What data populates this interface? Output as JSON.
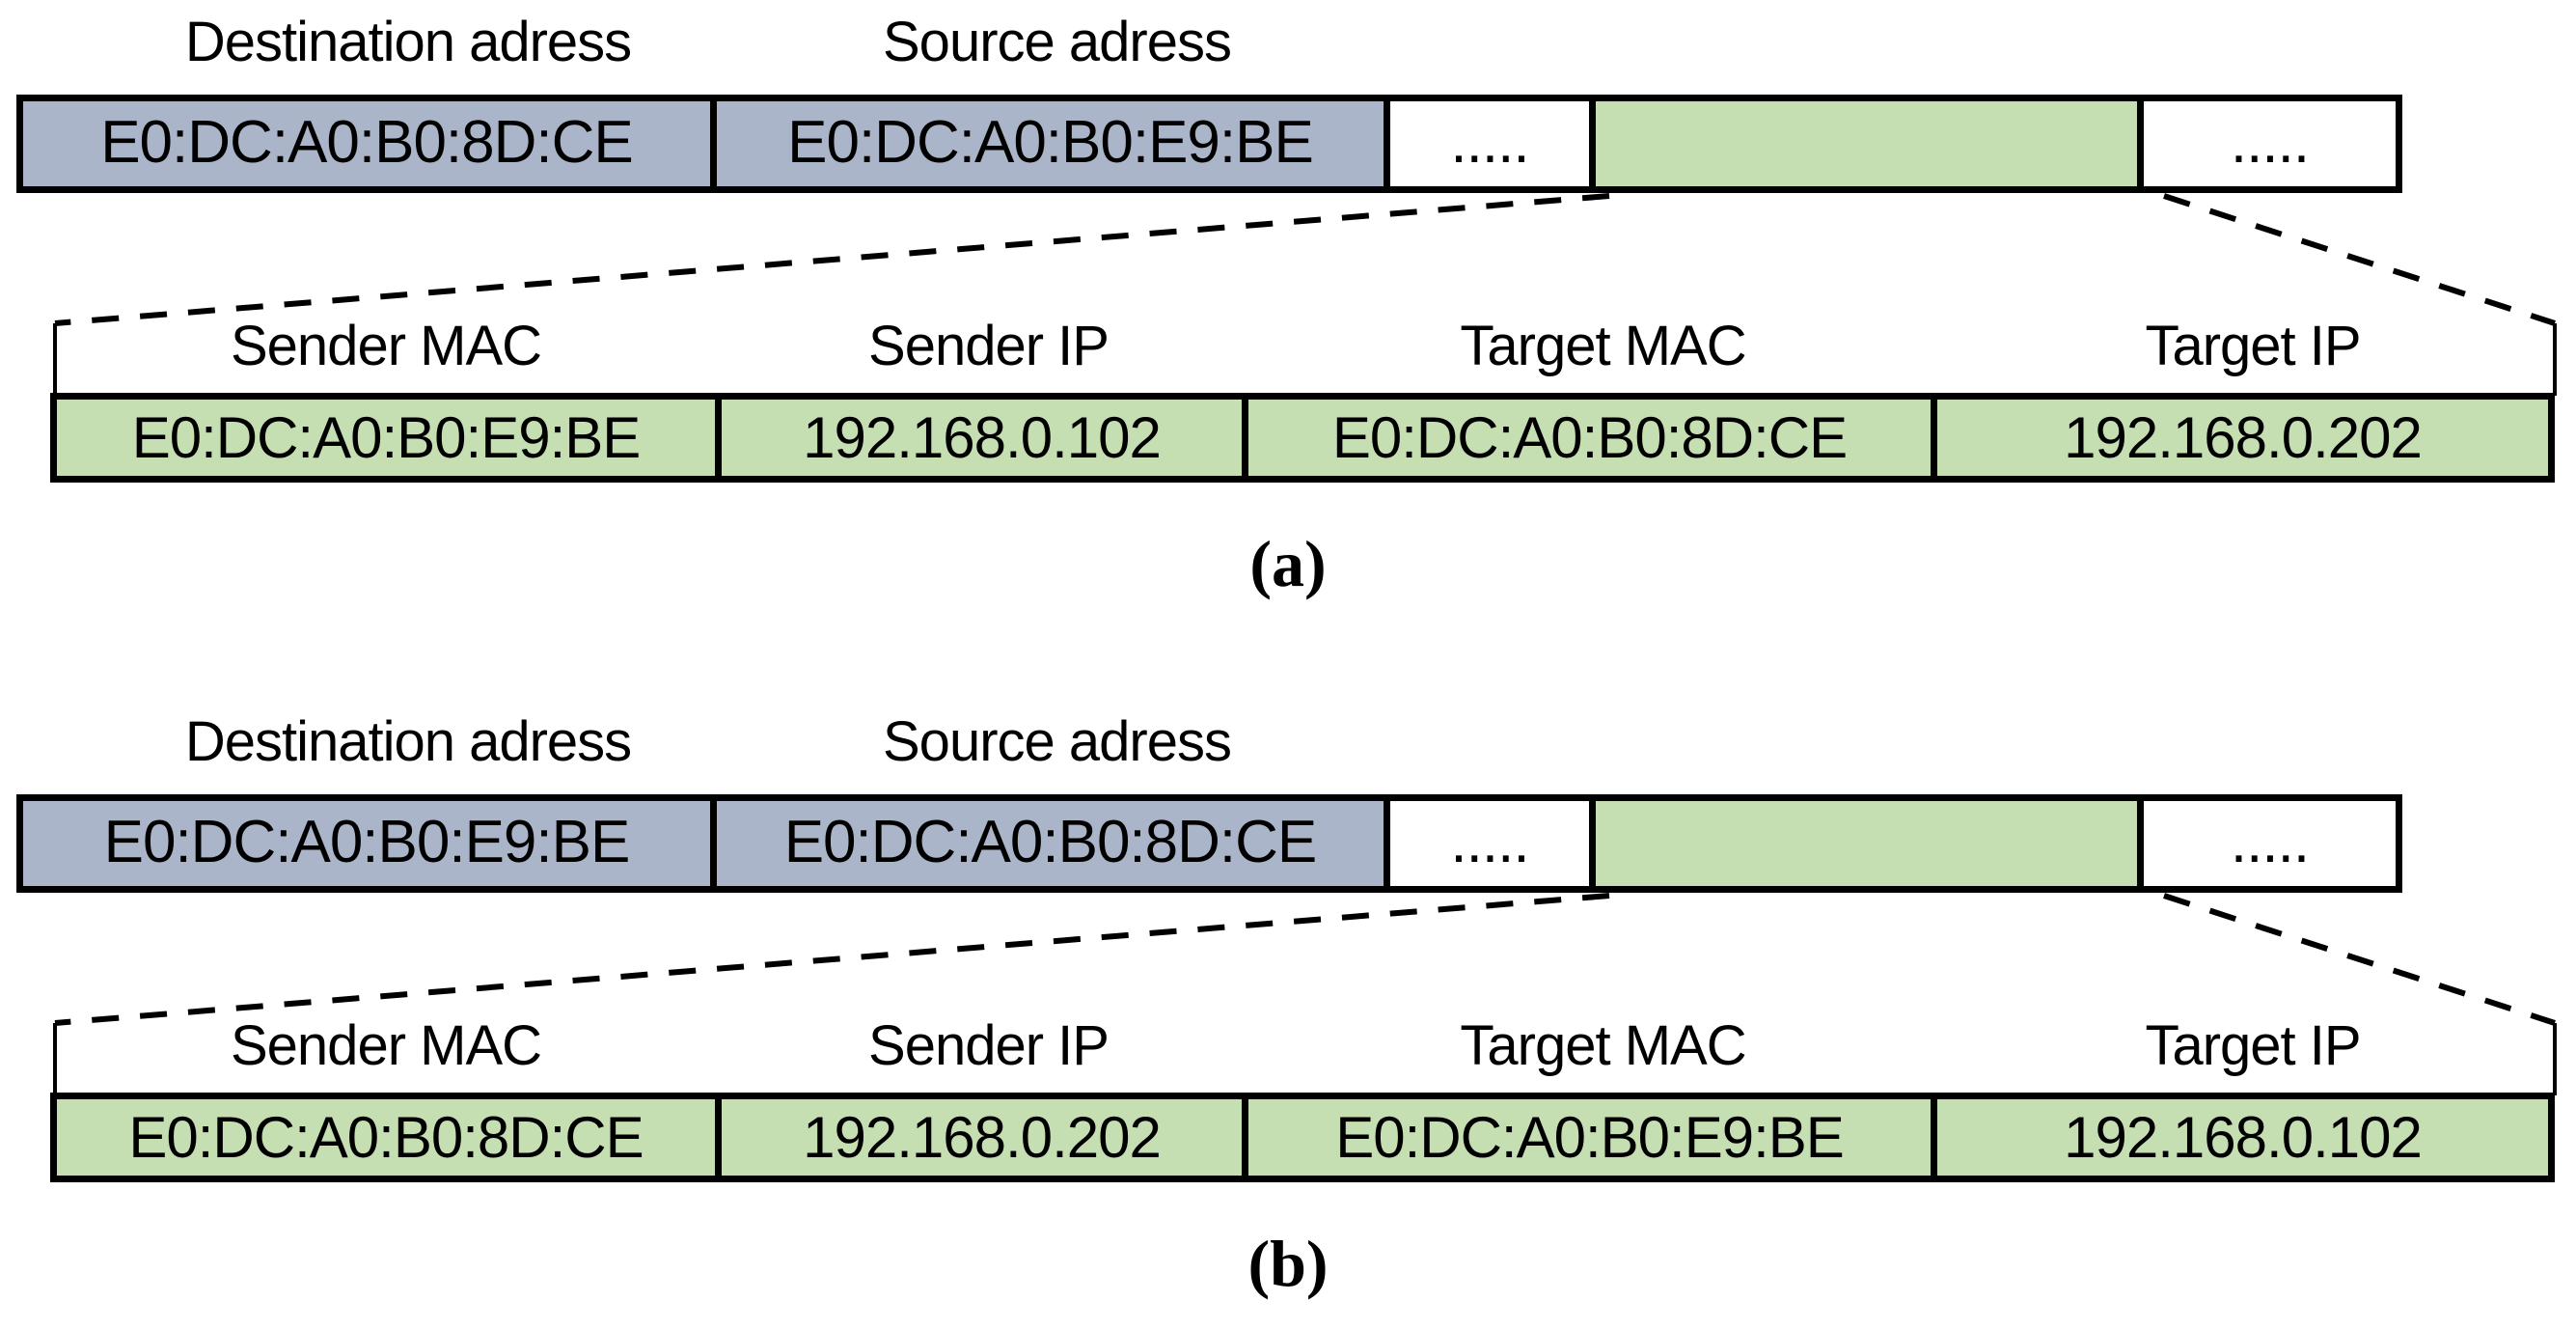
{
  "figure": {
    "eth_labels": {
      "destination": "Destination adress",
      "source": "Source adress"
    },
    "arp_headers": [
      "Sender MAC",
      "Sender IP",
      "Target MAC",
      "Target IP"
    ],
    "ellipsis": ".....",
    "colors": {
      "eth_fill": "#ABB5C9",
      "arp_fill": "#C5DFB3",
      "border": "#000000"
    },
    "sections": [
      {
        "caption": "(a)",
        "eth_frame": {
          "destination_mac": "E0:DC:A0:B0:8D:CE",
          "source_mac": "E0:DC:A0:B0:E9:BE"
        },
        "arp": {
          "sender_mac": "E0:DC:A0:B0:E9:BE",
          "sender_ip": "192.168.0.102",
          "target_mac": "E0:DC:A0:B0:8D:CE",
          "target_ip": "192.168.0.202"
        }
      },
      {
        "caption": "(b)",
        "eth_frame": {
          "destination_mac": "E0:DC:A0:B0:E9:BE",
          "source_mac": "E0:DC:A0:B0:8D:CE"
        },
        "arp": {
          "sender_mac": "E0:DC:A0:B0:8D:CE",
          "sender_ip": "192.168.0.202",
          "target_mac": "E0:DC:A0:B0:E9:BE",
          "target_ip": "192.168.0.102"
        }
      }
    ]
  }
}
